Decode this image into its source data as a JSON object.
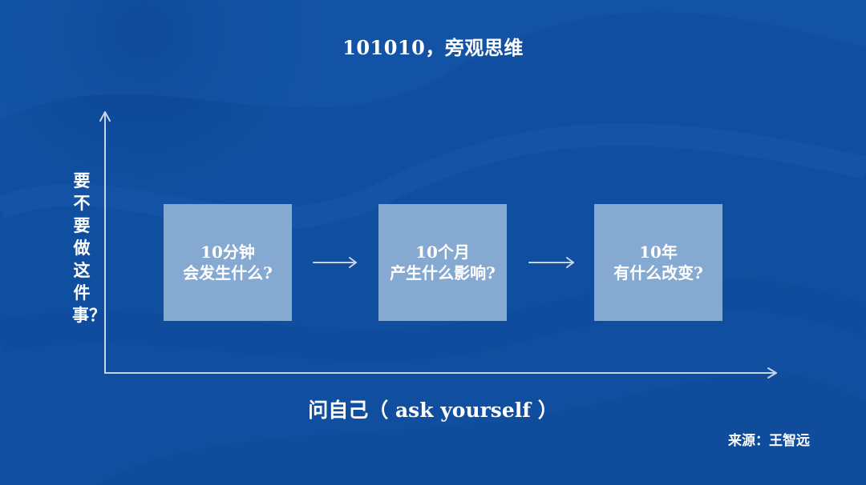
{
  "title": "101010，旁观思维",
  "y_axis_label": "要不要做这件事？",
  "x_axis_label": "问自己（ ask yourself ）",
  "steps": [
    {
      "line1": "10分钟",
      "line2": "会发生什么?"
    },
    {
      "line1": "10个月",
      "line2": "产生什么影响?"
    },
    {
      "line1": "10年",
      "line2": "有什么改变?"
    }
  ],
  "source": "来源：王智远",
  "colors": {
    "background": "#104fa0",
    "box_fill": "#86a9d1",
    "axis": "#c9d4e6",
    "text": "#ffffff"
  }
}
